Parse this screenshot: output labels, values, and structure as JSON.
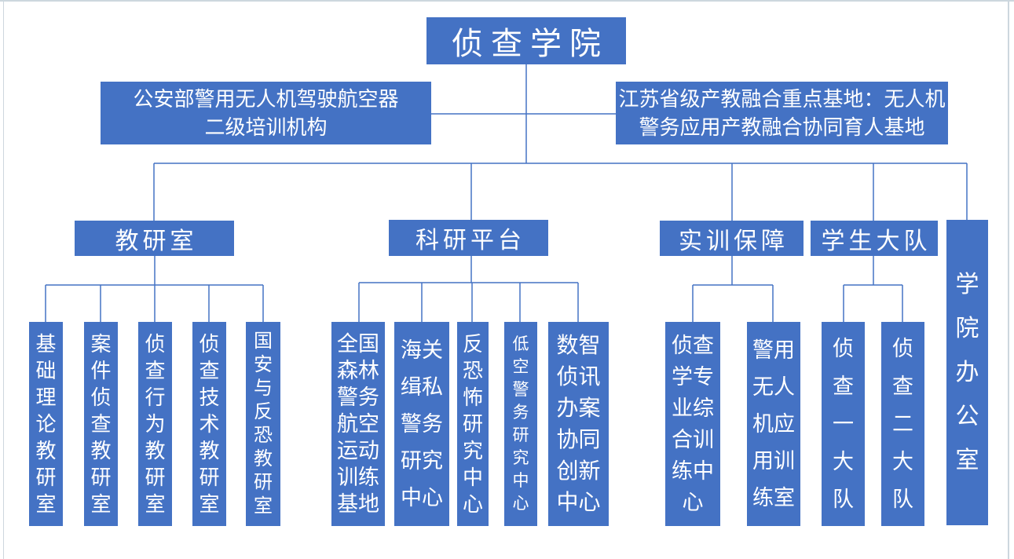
{
  "colors": {
    "node_fill": "#4472C4",
    "node_text": "#FFFFFF",
    "connector": "#4472C4",
    "frame_line": "#CDD7DE"
  },
  "root": {
    "label": "侦查学院"
  },
  "banners": [
    {
      "label": "公安部警用无人机驾驶航空器二级培训机构",
      "display": "公安部警用无人机驾驶航空器\n二级培训机构"
    },
    {
      "label": "江苏省级产教融合重点基地：无人机警务应用产教融合协同育人基地",
      "display": "江苏省级产教融合重点基地：无人机\n警务应用产教融合协同育人基地"
    }
  ],
  "branches": [
    {
      "label": "教研室",
      "children": [
        {
          "label": "基础理论教研室",
          "display": "基\n础\n理\n论\n教\n研\n室"
        },
        {
          "label": "案件侦查教研室",
          "display": "案\n件\n侦\n查\n教\n研\n室"
        },
        {
          "label": "侦查行为教研室",
          "display": "侦\n查\n行\n为\n教\n研\n室"
        },
        {
          "label": "侦查技术教研室",
          "display": "侦\n查\n技\n术\n教\n研\n室"
        },
        {
          "label": "国安与反恐教研室",
          "display": "国\n安\n与\n反\n恐\n教\n研\n室"
        }
      ]
    },
    {
      "label": "科研平台",
      "children": [
        {
          "label": "全国森林警务航空运动训练基地",
          "display": "全国\n森林\n警务\n航空\n运动\n训练\n基地"
        },
        {
          "label": "海关缉私警务研究中心",
          "display": "海关\n缉私\n警务\n研究\n中心"
        },
        {
          "label": "反恐怖研究中心",
          "display": "反\n恐\n怖\n研\n究\n中\n心"
        },
        {
          "label": "低空警务研究中心",
          "display": "低\n空\n警\n务\n研\n究\n中\n心"
        },
        {
          "label": "数智侦讯办案协同创新中心",
          "display": "数智\n侦讯\n办案\n协同\n创新\n中心"
        }
      ]
    },
    {
      "label": "实训保障",
      "children": [
        {
          "label": "侦查学专业综合训练中心",
          "display": "侦查\n学专\n业综\n合训\n练中\n心"
        },
        {
          "label": "警用无人机应用训练室",
          "display": "警用\n无人\n机应\n用训\n练室"
        }
      ]
    },
    {
      "label": "学生大队",
      "children": [
        {
          "label": "侦查一大队",
          "display": "侦\n查\n一\n大\n队"
        },
        {
          "label": "侦查二大队",
          "display": "侦\n查\n二\n大\n队"
        }
      ]
    }
  ],
  "office": {
    "label": "学院办公室",
    "display": "学\n院\n办\n公\n室"
  }
}
